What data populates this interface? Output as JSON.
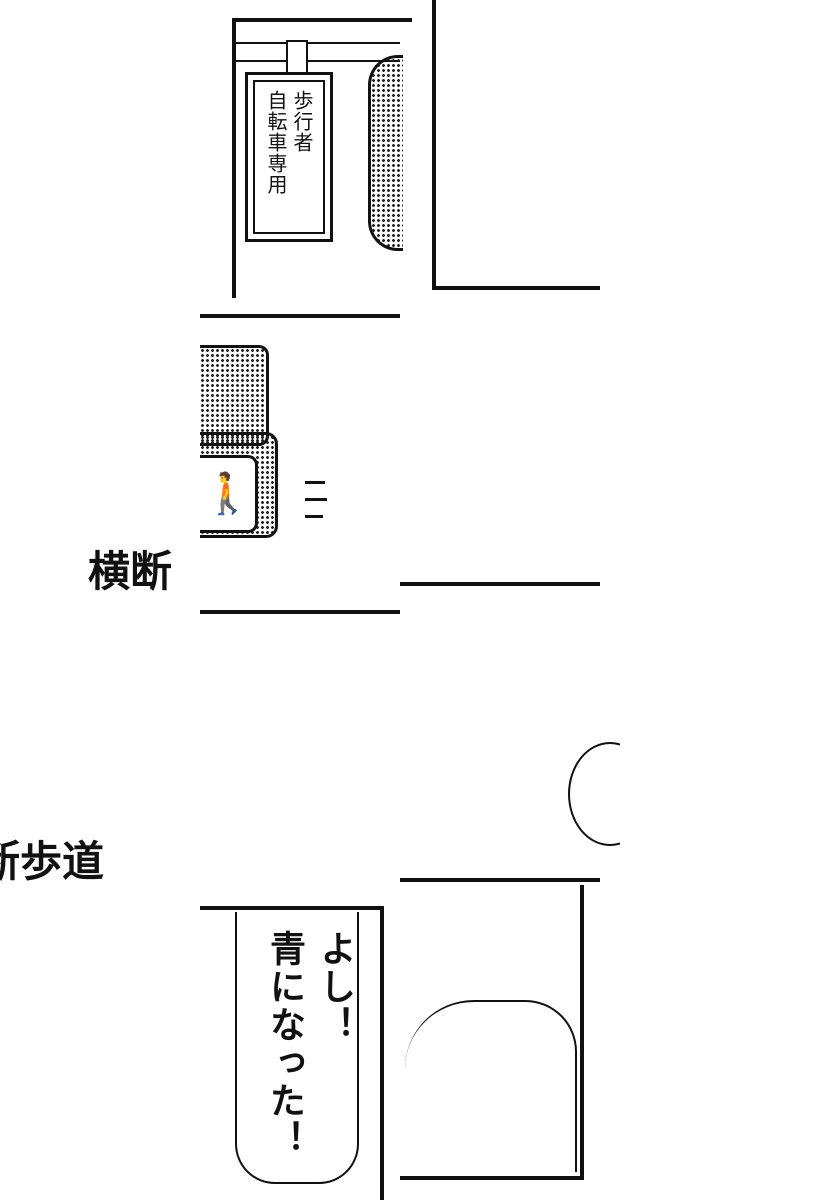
{
  "panels": {
    "sign": {
      "column_right": "歩行者",
      "column_left": "自転車専用"
    },
    "caption_top": "横断",
    "caption_bottom": "断歩道",
    "speech": {
      "line1": "よし！",
      "line2": "青になった！"
    }
  }
}
